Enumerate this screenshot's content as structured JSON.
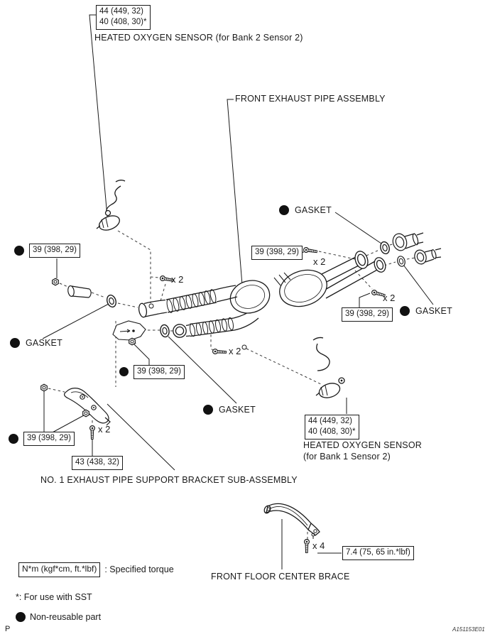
{
  "colors": {
    "ink": "#1a1a1a",
    "background": "#ffffff"
  },
  "callouts": {
    "b2_sensor": {
      "torques": [
        "44 (449, 32)",
        "40 (408, 30)*"
      ],
      "label": "HEATED OXYGEN SENSOR (for Bank 2 Sensor 2)"
    },
    "front_pipe": {
      "label": "FRONT EXHAUST PIPE ASSEMBLY"
    },
    "gasket": "GASKET",
    "torque_39": "39 (398, 29)",
    "torque_43": "43 (438, 32)",
    "torque_74": "7.4 (75, 65 in.*lbf)",
    "qty2": "x 2",
    "qty4": "x 4",
    "bracket": {
      "label": "NO. 1 EXHAUST PIPE SUPPORT BRACKET SUB-ASSEMBLY"
    },
    "b1_sensor": {
      "torques": [
        "44 (449, 32)",
        "40 (408, 30)*"
      ],
      "label_line1": "HEATED OXYGEN SENSOR",
      "label_line2": "(for Bank 1 Sensor 2)"
    },
    "brace": {
      "label": "FRONT FLOOR CENTER BRACE"
    }
  },
  "legend": {
    "torque_box": "N*m (kgf*cm, ft.*lbf)",
    "torque_desc": ": Specified torque",
    "sst_note": "*: For use with SST",
    "nonreusable": "Non-reusable part"
  },
  "footer": {
    "page_marker": "P",
    "figure_code": "A151153E01"
  }
}
